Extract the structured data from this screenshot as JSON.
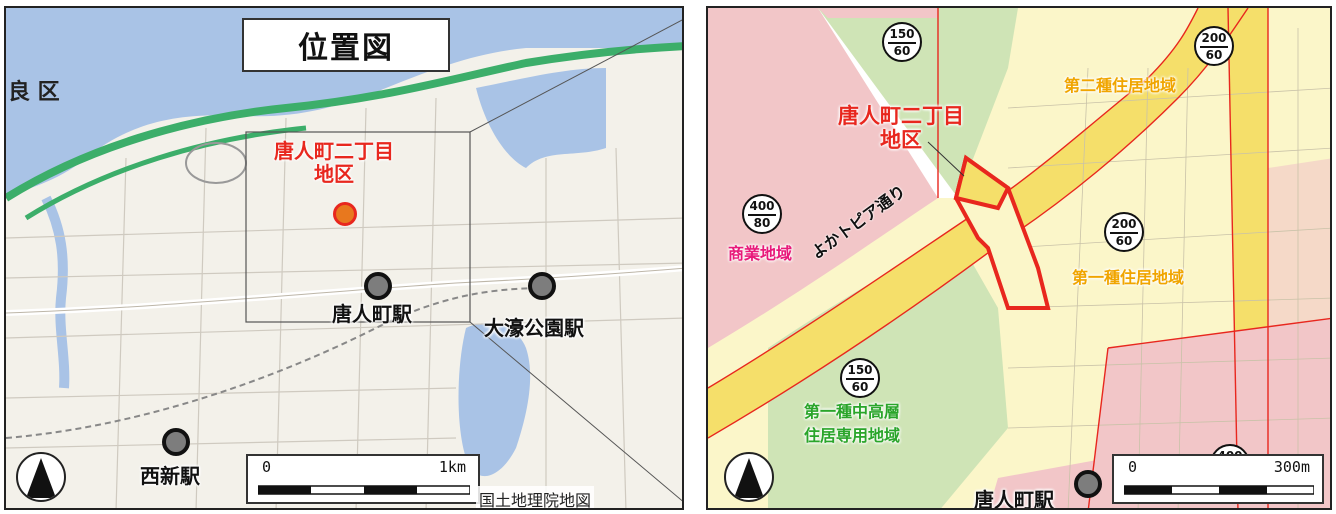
{
  "left_map": {
    "title": "位置図",
    "district_label_line1": "唐人町二丁目",
    "district_label_line2": "地区",
    "ward_label": "良 区",
    "stations": [
      {
        "name": "唐人町駅"
      },
      {
        "name": "大濠公園駅"
      },
      {
        "name": "西新駅"
      }
    ],
    "scale": {
      "start": "0",
      "end": "1km"
    },
    "credit": "国土地理院地図",
    "colors": {
      "district": "#e8271e",
      "marker_fill": "#e8781e",
      "water": "#a9c3e6",
      "expressway": "#3cae6a",
      "land": "#f3f1ea"
    }
  },
  "right_map": {
    "district_label_line1": "唐人町二丁目",
    "district_label_line2": "地区",
    "road_label": "よかトピア通り",
    "zones": [
      {
        "name": "第二種住居地域",
        "color": "#f0a500"
      },
      {
        "name": "第一種住居地域",
        "color": "#f0a500"
      },
      {
        "name": "商業地域",
        "color": "#e8197a"
      },
      {
        "name": "第一種中高層",
        "color": "#2aa52a"
      },
      {
        "name": "住居専用地域",
        "color": "#2aa52a"
      }
    ],
    "ratios": [
      {
        "top": "150",
        "bottom": "60"
      },
      {
        "top": "200",
        "bottom": "60"
      },
      {
        "top": "400",
        "bottom": "80"
      },
      {
        "top": "200",
        "bottom": "60"
      },
      {
        "top": "150",
        "bottom": "60"
      },
      {
        "top": "400",
        "bottom": ""
      }
    ],
    "station": {
      "name": "唐人町駅"
    },
    "scale": {
      "start": "0",
      "end": "300m"
    },
    "colors": {
      "commercial": "#f2c6c8",
      "residential_1": "#fbf6c9",
      "residential_2": "#f5df6a",
      "mid_high": "#cfe4b6",
      "boundary": "#e8271e",
      "road_band": "#f7e04c"
    }
  }
}
